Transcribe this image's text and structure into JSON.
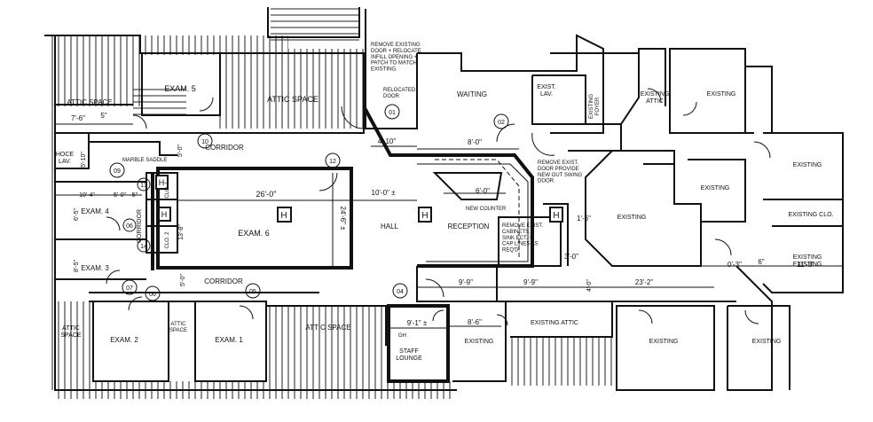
{
  "rooms": {
    "exam5": "EXAM. 5",
    "attic_space_top": "ATTIC SPACE",
    "attic_space_left": "ATTIC SPACE",
    "corridor_top": "CORRIDOR",
    "corridor_bottom": "CORRIDOR",
    "exam6": "EXAM. 6",
    "exam4": "EXAM. 4",
    "exam3": "EXAM. 3",
    "exam2": "EXAM. 2",
    "exam1": "EXAM. 1",
    "attic_space_lower_left": "ATTIC\nSPACE",
    "attic_space_small": "ATTIC\nSPACE",
    "attic_space_bottom": "ATTIC SPACE",
    "hoce_lav": "HOCE\nLAV.",
    "corridor_vertical": "CORRIDOR",
    "clo1": "CLO. 1",
    "clo2": "CLO. 2",
    "hall": "HALL",
    "waiting": "WAITING",
    "reception": "RECEPTION",
    "exist_lav": "EXIST.\nLAV.",
    "existing_foyer": "EXISTING\nFOYER",
    "existing_attic_top": "EXISTING\nATTIC",
    "existing_1": "EXISTING",
    "existing_2": "EXISTING",
    "existing_3": "EXISTING",
    "existing_4": "EXISTING",
    "existing_5": "EXISTING",
    "existing_clo": "EXISTING CLO.",
    "existing_6": "EXISTING",
    "existing_attic_bottom": "EXISTING ATTIC",
    "existing_7": "EXISTING",
    "existing_8": "EXISTING",
    "existing_9": "EXISTING",
    "staff_lounge": "STAFF\nLOUNGE"
  },
  "notes": {
    "remove_door": "REMOVE EXISTING\nDOOR + RELOCATE\nINFILL OPENING +\nPATCH TO MATCH\nEXISTING.",
    "relocated_door": "RELOCATED\nDOOR",
    "marble_saddle": "MARBLE SADDLE",
    "new_counter": "NEW COUNTER",
    "remove_exist_door": "REMOVE EXIST.\nDOOR PROVIDE\nNEW OUT SWING\nDOOR.",
    "remove_cabinets": "REMOVE EXIST.\nCABINETS,\nSINK ECT. +\nCAP LINES AS\nREQ'D.",
    "gh": "GH"
  },
  "dimensions": {
    "d7_6": "7'-6\"",
    "d5a": "5\"",
    "d5_0": "5'-0\"",
    "d4_10": "4'-10\"",
    "d8_0": "8'-0\"",
    "d26_0": "26'-0\"",
    "d10_0": "10'-0\" ±",
    "d6_0": "6'-0\"",
    "d24_6": "24'-6\" ±",
    "d13_8": "13'-8\"",
    "d10_4": "10'-4\"",
    "d5_0b": "5'-0\"",
    "d5b": "5\"",
    "d6_5": "6'-5\"",
    "d8_5": "8'-5\"",
    "d5_0c": "5'-0\"",
    "d9_9a": "9'-9\"",
    "d9_9b": "9'-9\"",
    "d23_2": "23'-2\"",
    "d9_1": "9'-1\" ±",
    "d8_6": "8'-6\"",
    "d1_6": "1'-6\"",
    "d3_0": "3'-0\"",
    "d0_3": "0'-3\"",
    "d11_3": "11'-3\"",
    "d11": "-11\"",
    "d6": "6\"",
    "d4_0": "4'-0\"",
    "d5_10": "5'-10\"",
    "d5c": "5\""
  },
  "door_tags": [
    "01",
    "02",
    "03",
    "04",
    "05",
    "06",
    "07",
    "09",
    "10",
    "12",
    "13",
    "14",
    "06"
  ],
  "equipment_tag": "H"
}
